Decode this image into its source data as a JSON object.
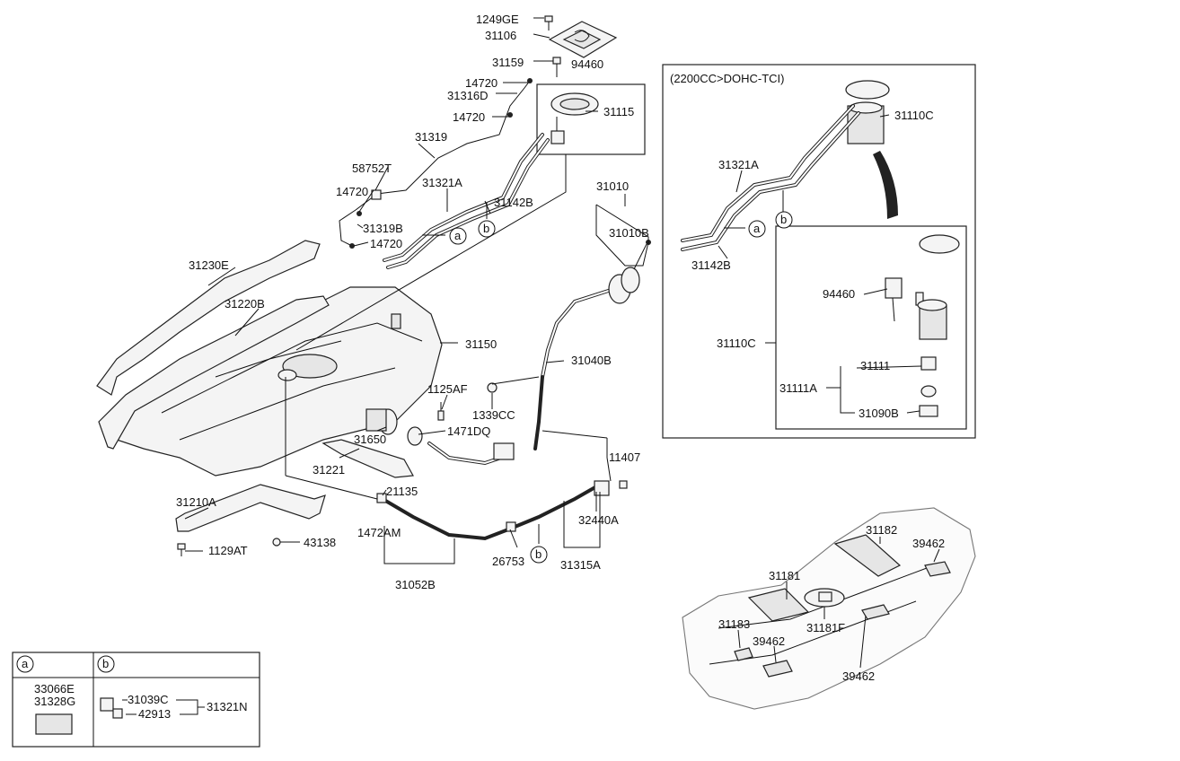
{
  "variant_caption": "(2200CC>DOHC-TCI)",
  "labels": {
    "p1249GE": "1249GE",
    "p31106": "31106",
    "p31159": "31159",
    "p94460a": "94460",
    "p14720a": "14720",
    "p31316D": "31316D",
    "p14720b": "14720",
    "p31115": "31115",
    "p31319": "31319",
    "p58752T": "58752T",
    "p14720c": "14720",
    "p31321A": "31321A",
    "p31142B": "31142B",
    "p31319B": "31319B",
    "p14720d": "14720",
    "p31010": "31010",
    "p31010B": "31010B",
    "p31230E": "31230E",
    "p31220B": "31220B",
    "p31150": "31150",
    "p31040B": "31040B",
    "p1125AF": "1125AF",
    "p1339CC": "1339CC",
    "p31650": "31650",
    "p1471DQ": "1471DQ",
    "p31221": "31221",
    "p11407": "11407",
    "p21135": "21135",
    "p31210A": "31210A",
    "p1472AM": "1472AM",
    "p32440A": "32440A",
    "p1129AT": "1129AT",
    "p43138": "43138",
    "p26753": "26753",
    "p31315A": "31315A",
    "p31052B": "31052B",
    "r31110C_top": "31110C",
    "r31321A": "31321A",
    "r31142B": "31142B",
    "r94460": "94460",
    "r31110C_side": "31110C",
    "r31111": "31111",
    "r31111A": "31111A",
    "r31090B": "31090B",
    "t31182": "31182",
    "t39462a": "39462",
    "t31181": "31181",
    "t31183": "31183",
    "t39462b": "39462",
    "t31181F": "31181F",
    "t39462c": "39462"
  },
  "callouts": {
    "a": "a",
    "b": "b"
  },
  "legend": {
    "col_a": "a",
    "col_b": "b",
    "a_part1": "33066E",
    "a_part2": "31328G",
    "b_part1": "31039C",
    "b_part2": "42913",
    "b_assembly": "31321N"
  }
}
